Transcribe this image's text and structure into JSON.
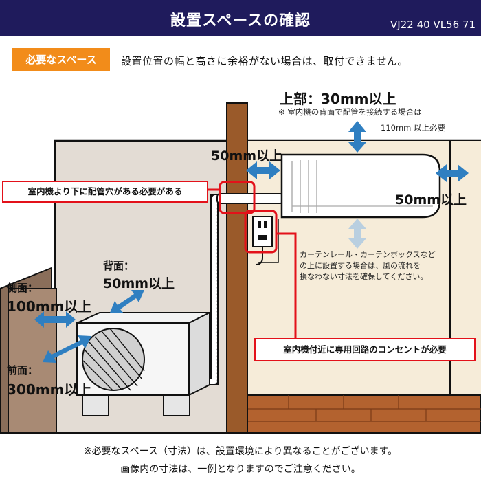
{
  "header": {
    "title": "設置スペースの確認",
    "model": "VJ22 40 VL56 71",
    "bg_color": "#1f1b5c"
  },
  "requirement": {
    "badge": "必要なスペース",
    "text": "設置位置の幅と高さに余裕がない場合は、取付できません。",
    "badge_color": "#f28c1a"
  },
  "indoor": {
    "top_label": "上部：30mm以上",
    "top_note_line1": "※ 室内機の背面で配管を接続する場合は",
    "top_note_line2": "110mm 以上必要",
    "left_label": "50mm以上",
    "right_label": "50mm以上",
    "curtain_note_line1": "カーテンレール・カーテンボックスなど",
    "curtain_note_line2": "の上に設置する場合は、風の流れを",
    "curtain_note_line3": "損なわない寸法を確保してください。"
  },
  "callouts": {
    "pipe_hole": "室内機より下に配管穴がある必要がある",
    "outlet": "室内機付近に専用回路のコンセントが必要",
    "border_color": "#e3111a"
  },
  "outdoor": {
    "back_label_1": "背面：",
    "back_label_2": "50mm以上",
    "side_label_1": "側面：",
    "side_label_2": "100mm以上",
    "front_label_1": "前面：",
    "front_label_2": "300mm以上"
  },
  "footer": {
    "line1": "※必要なスペース（寸法）は、設置環境により異なることがございます。",
    "line2": "画像内の寸法は、一例となりますのでご注意ください。"
  },
  "colors": {
    "arrow": "#2f7fc1",
    "arrow_faded": "#b9cfe0",
    "wall": "#e3dcd4",
    "pillar": "#9a5a2a",
    "floor": "#b3622f"
  }
}
